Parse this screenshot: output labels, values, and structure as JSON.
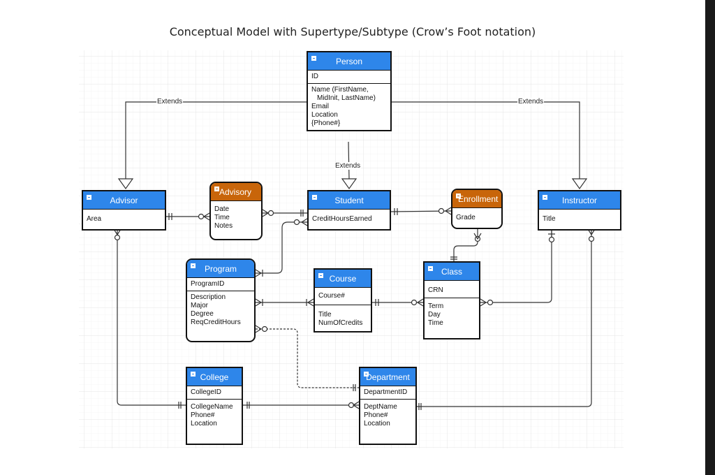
{
  "diagram": {
    "title": "Conceptual Model with Supertype/Subtype (Crow’s Foot notation)",
    "labels": {
      "extends": "Extends"
    },
    "entities": {
      "person": {
        "name": "Person",
        "key": [
          "ID"
        ],
        "attrs": [
          "Name (FirstName,",
          "   MidInit, LastName)",
          "Email",
          "Location",
          "{Phone#}"
        ],
        "color": "#2e86ea"
      },
      "advisor": {
        "name": "Advisor",
        "attrs": [
          "Area"
        ],
        "color": "#2e86ea"
      },
      "advisory": {
        "name": "Advisory",
        "attrs": [
          "Date",
          "Time",
          "Notes"
        ],
        "color": "#c8650a"
      },
      "student": {
        "name": "Student",
        "attrs": [
          "CreditHoursEarned"
        ],
        "color": "#2e86ea"
      },
      "enrollment": {
        "name": "Enrollment",
        "attrs": [
          "Grade"
        ],
        "color": "#c8650a"
      },
      "instructor": {
        "name": "Instructor",
        "attrs": [
          "Title"
        ],
        "color": "#2e86ea"
      },
      "program": {
        "name": "Program",
        "key": [
          "ProgramID"
        ],
        "attrs": [
          "Description",
          "Major",
          "Degree",
          "ReqCreditHours"
        ],
        "color": "#2e86ea"
      },
      "course": {
        "name": "Course",
        "key": [
          "Course#"
        ],
        "attrs": [
          "Title",
          "NumOfCredits"
        ],
        "color": "#2e86ea"
      },
      "class": {
        "name": "Class",
        "key": [
          "CRN"
        ],
        "attrs": [
          "Term",
          "Day",
          "Time"
        ],
        "color": "#2e86ea"
      },
      "college": {
        "name": "College",
        "key": [
          "CollegeID"
        ],
        "attrs": [
          "CollegeName",
          "Phone#",
          "Location"
        ],
        "color": "#2e86ea"
      },
      "department": {
        "name": "Department",
        "key": [
          "DepartmentID"
        ],
        "attrs": [
          "DeptName",
          "Phone#",
          "Location"
        ],
        "color": "#2e86ea"
      }
    }
  }
}
